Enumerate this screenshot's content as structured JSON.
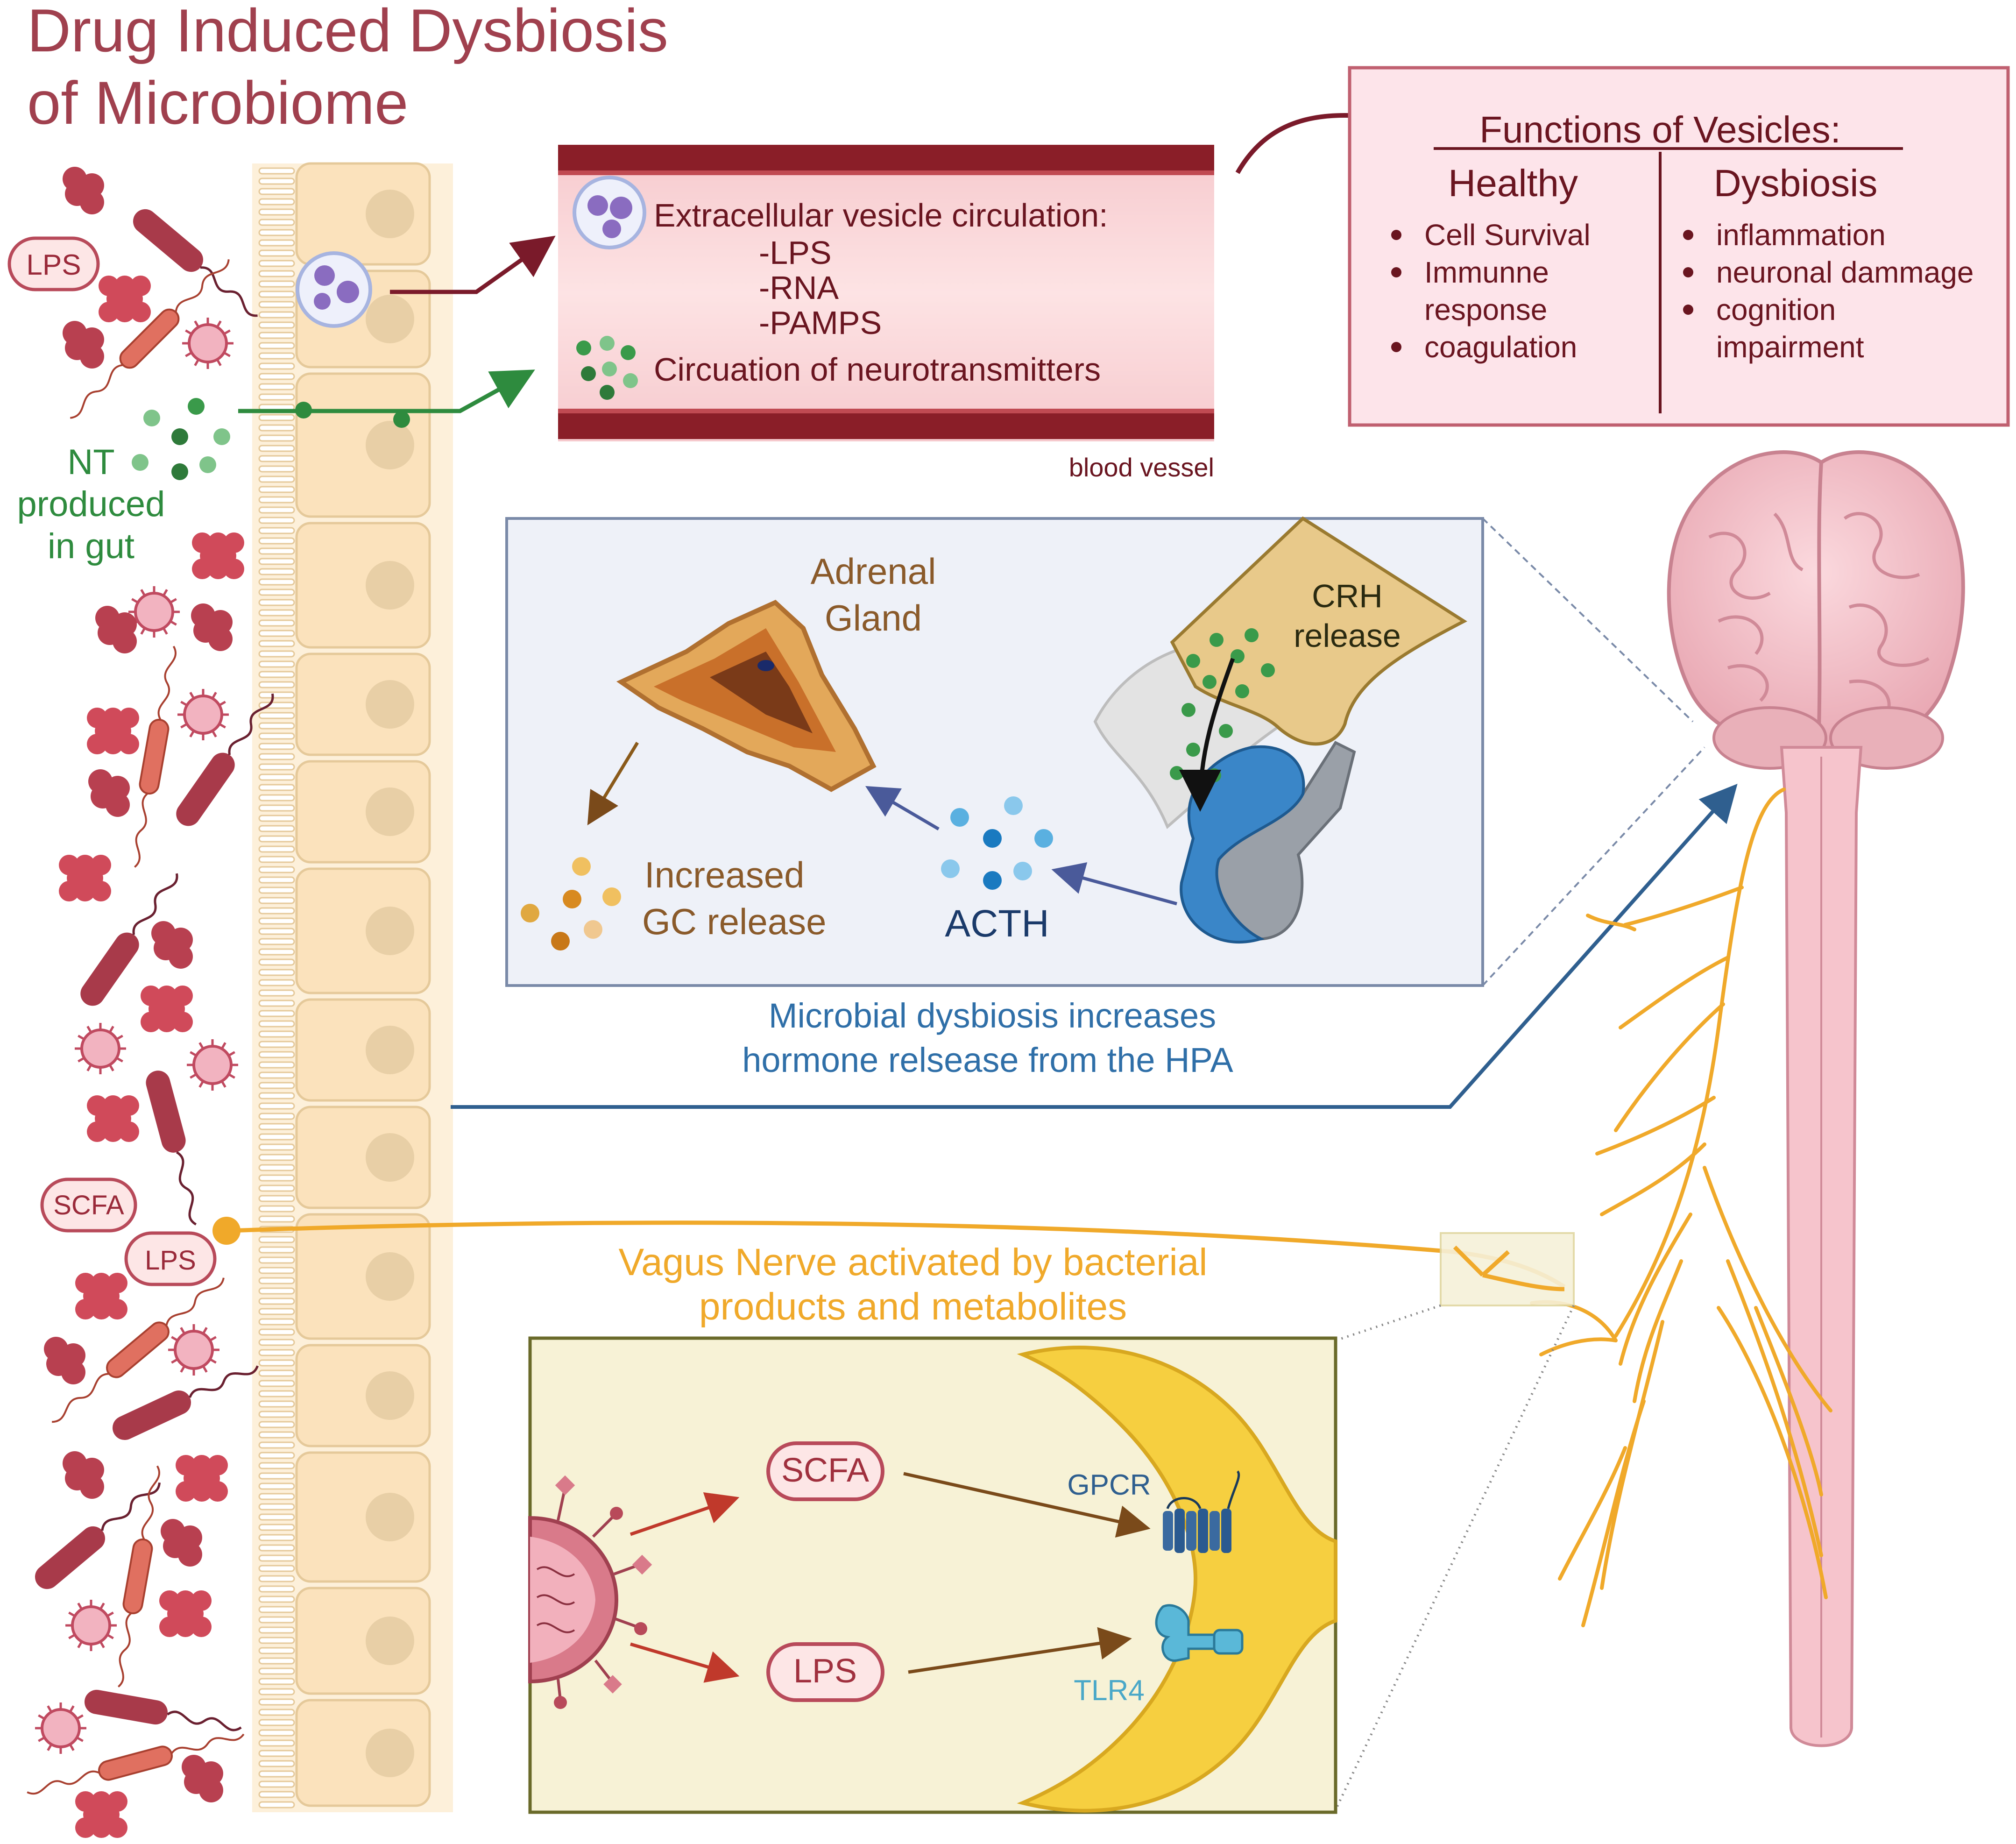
{
  "title": {
    "line1": "Drug Induced Dysbiosis",
    "line2": "of Microbiome"
  },
  "gut": {
    "lps_label": "LPS",
    "scfa_label": "SCFA",
    "lps_label_2": "LPS",
    "nt_line1": "NT",
    "nt_line2": "produced",
    "nt_line3": "in gut"
  },
  "vessel": {
    "ev_title": "Extracellular vesicle circulation:",
    "ev_items": [
      "-LPS",
      "-RNA",
      "-PAMPS"
    ],
    "nt_text": "Circuation of neurotransmitters",
    "label": "blood vessel"
  },
  "functions": {
    "title": "Functions of Vesicles:",
    "healthy_heading": "Healthy",
    "healthy_items": [
      "Cell Survival",
      "Immunne",
      "response",
      "coagulation"
    ],
    "dysbiosis_heading": "Dysbiosis",
    "dysbiosis_items": [
      "inflammation",
      "neuronal dammage",
      "cognition",
      "impairment"
    ]
  },
  "hpa": {
    "adrenal_line1": "Adrenal",
    "adrenal_line2": "Gland",
    "crh_line1": "CRH",
    "crh_line2": "release",
    "gc_line1": "Increased",
    "gc_line2": "GC release",
    "acth": "ACTH",
    "caption_line1": "Microbial dysbiosis increases",
    "caption_line2": "hormone relsease from the HPA"
  },
  "vagus": {
    "caption_line1": "Vagus Nerve activated by bacterial",
    "caption_line2": "products and metabolites",
    "scfa": "SCFA",
    "lps": "LPS",
    "gpcr": "GPCR",
    "tlr4": "TLR4"
  },
  "colors": {
    "title": "#a0404e",
    "maroon": "#7a1a2a",
    "green": "#2e8b3e",
    "hpa_blue": "#2f6fa8",
    "vagus_orange": "#f0a92a",
    "adrenal_brown": "#8a5a2a",
    "gut_cell": "#fbe8c8",
    "bacteria": "#b84a5a"
  }
}
